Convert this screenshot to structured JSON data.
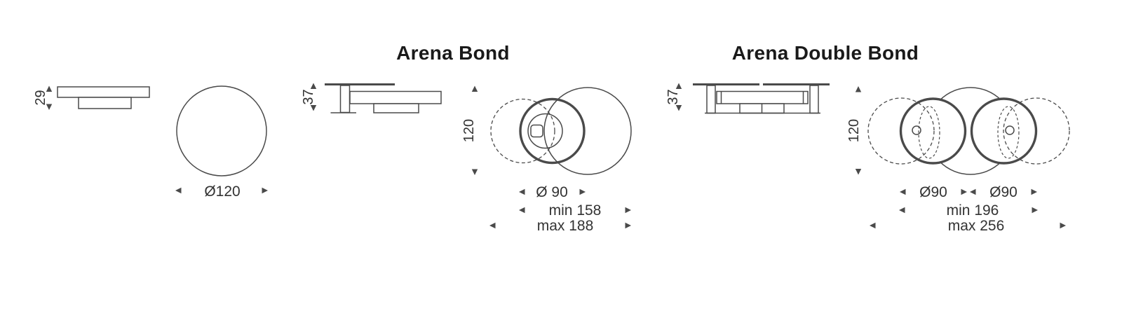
{
  "colors": {
    "line": "#4a4a4a",
    "text": "#333333",
    "title": "#1a1a1a",
    "background": "#ffffff"
  },
  "groups": {
    "single": {
      "side_height": "29",
      "top_diameter": "Ø120"
    },
    "bond": {
      "title": "Arena Bond",
      "side_height": "37",
      "top_height": "120",
      "top_diameter": "Ø 90",
      "width_min": "min 158",
      "width_max": "max 188"
    },
    "double_bond": {
      "title": "Arena Double Bond",
      "side_height": "37",
      "top_height": "120",
      "top_diameter_left": "Ø90",
      "top_diameter_right": "Ø90",
      "width_min": "min 196",
      "width_max": "max 256"
    }
  }
}
